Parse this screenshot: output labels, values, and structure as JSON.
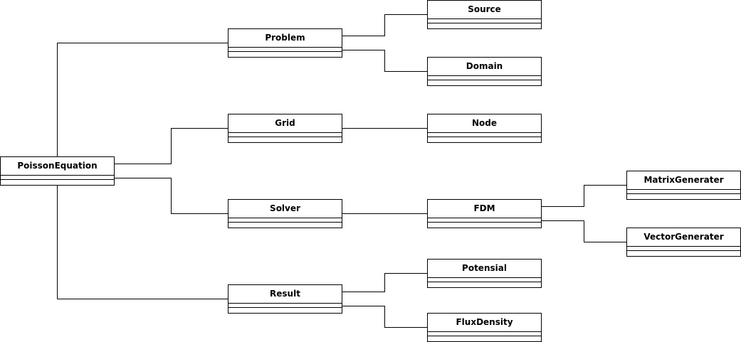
{
  "diagram": {
    "line_color": "#000000",
    "classes": {
      "poisson_equation": "PoissonEquation",
      "problem": "Problem",
      "source": "Source",
      "domain": "Domain",
      "grid": "Grid",
      "node": "Node",
      "solver": "Solver",
      "fdm": "FDM",
      "matrix_generater": "MatrixGenerater",
      "vector_generater": "VectorGenerater",
      "result": "Result",
      "potensial": "Potensial",
      "flux_density": "FluxDensity"
    },
    "relations": [
      [
        "poisson_equation",
        "problem"
      ],
      [
        "poisson_equation",
        "grid"
      ],
      [
        "poisson_equation",
        "solver"
      ],
      [
        "poisson_equation",
        "result"
      ],
      [
        "problem",
        "source"
      ],
      [
        "problem",
        "domain"
      ],
      [
        "grid",
        "node"
      ],
      [
        "solver",
        "fdm"
      ],
      [
        "fdm",
        "matrix_generater"
      ],
      [
        "fdm",
        "vector_generater"
      ],
      [
        "result",
        "potensial"
      ],
      [
        "result",
        "flux_density"
      ]
    ]
  }
}
